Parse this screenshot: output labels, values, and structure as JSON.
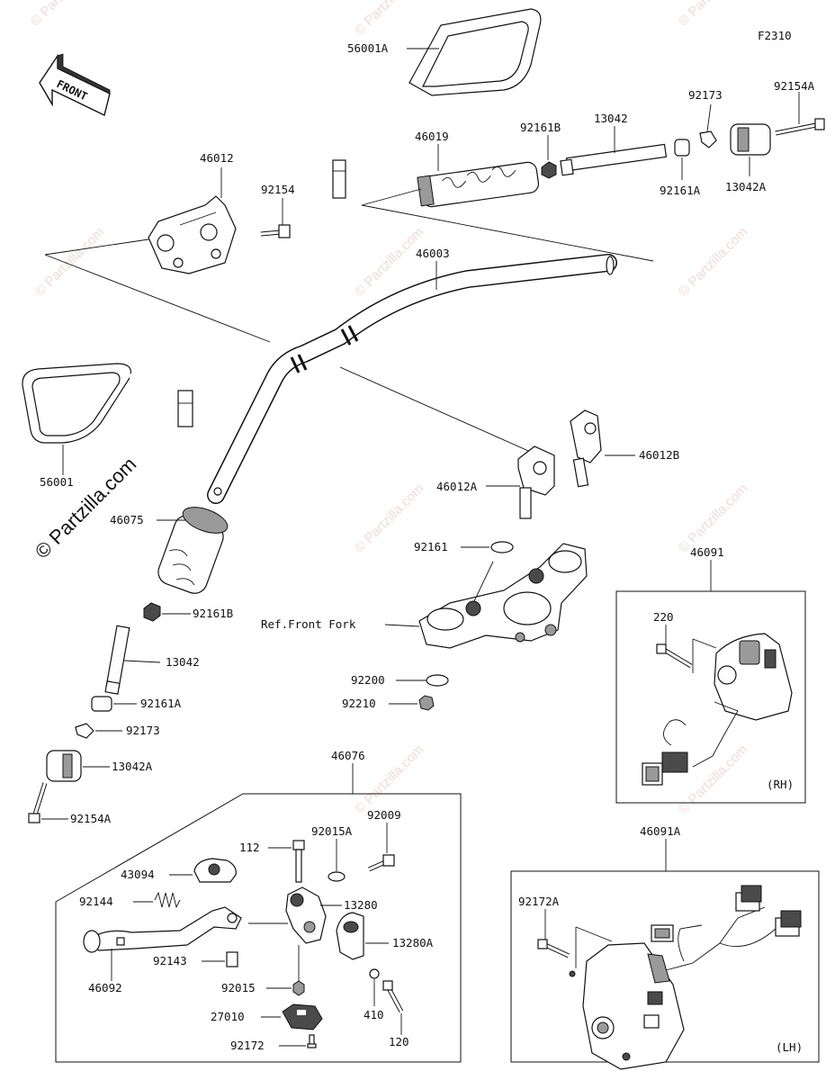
{
  "figure_code": "F2310",
  "front_arrow_label": "FRONT",
  "watermark_text": "© Partzilla.com",
  "big_watermark_text": "© Partzilla.com",
  "parts": {
    "mirror_rh": "56001A",
    "mirror_lh": "56001",
    "grip_rh": "46019",
    "nut_rh": "92161B",
    "weight_rod_rh": "13042",
    "collar_rh": "92161A",
    "clip_rh": "92173",
    "bolt_rh": "92154A",
    "balancer_rh": "13042A",
    "holder_upper": "46012",
    "bolt_holder": "92154",
    "handlebar": "46003",
    "holder_a": "46012A",
    "holder_b": "46012B",
    "washer_holder": "92161",
    "ref_front_fork": "Ref.Front Fork",
    "washer_bracket": "92200",
    "nut_bracket": "92210",
    "grip_lh": "46075",
    "nut_lh": "92161B",
    "weight_rod_lh": "13042",
    "collar_lh": "92161A",
    "clip_lh": "92173",
    "balancer_lh": "13042A",
    "bolt_lh": "92154A",
    "switch_rh_assy": "46091",
    "screw_rh": "220",
    "rh_label": "(RH)",
    "lever_assy": "46076",
    "bolt_112": "112",
    "washer_92015a": "92015A",
    "bolt_92009": "92009",
    "holder_43094": "43094",
    "spring_92144": "92144",
    "holder_13280": "13280",
    "clamp_13280a": "13280A",
    "collar_92143": "92143",
    "lever_46092": "46092",
    "nut_92015": "92015",
    "washer_410": "410",
    "switch_27010": "27010",
    "screw_120": "120",
    "screw_92172": "92172",
    "switch_lh_assy": "46091A",
    "screw_lh": "92172A",
    "lh_label": "(LH)"
  }
}
